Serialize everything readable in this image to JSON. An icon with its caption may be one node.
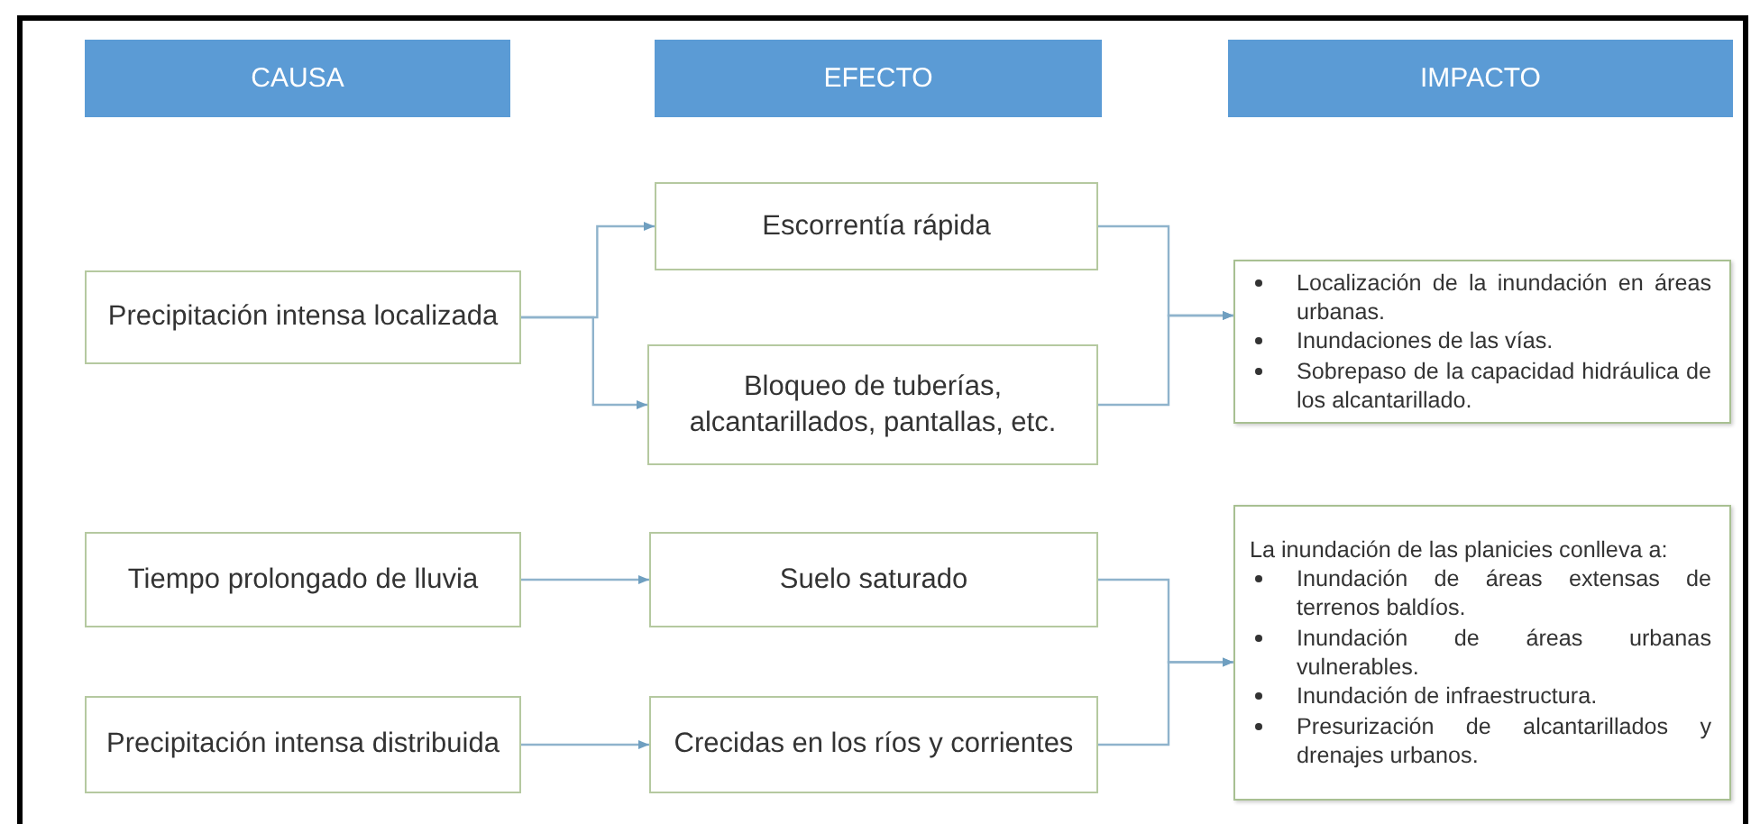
{
  "diagram": {
    "nodes": [
      {
        "text": [
          "CAUSA"
        ]
      },
      {
        "text": [
          "EFECTO"
        ]
      },
      {
        "text": [
          "IMPACTO"
        ]
      },
      {
        "text": [
          "Precipitación intensa localizada"
        ]
      },
      {
        "text": [
          "Escorrentía rápida"
        ]
      },
      {
        "text": [
          "Bloqueo de tuberías, alcantarillados, pantallas, etc."
        ]
      },
      {
        "text": [
          "Localización de la inundación en áreas urbanas.",
          "Inundaciones de las vías.",
          "Sobrepaso de la capacidad hidráulica de los alcantarillado."
        ]
      },
      {
        "text": [
          "Tiempo prolongado de lluvia"
        ]
      },
      {
        "text": [
          "Suelo saturado"
        ]
      },
      {
        "text": [
          "Precipitación intensa distribuida"
        ]
      },
      {
        "text": [
          "Crecidas en los ríos y corrientes"
        ]
      },
      {
        "text": [
          "La inundación de las planicies conlleva a:",
          "Inundación de áreas extensas de terrenos baldíos.",
          "Inundación de áreas urbanas vulnerables.",
          "Inundación de infraestructura.",
          "Presurización de alcantarillados y drenajes urbanos."
        ]
      }
    ],
    "edges": [
      {
        "from": 3,
        "to": 4,
        "arrow": "to"
      },
      {
        "from": 3,
        "to": 5,
        "arrow": "to"
      },
      {
        "from": 4,
        "to": 6,
        "arrow": "to"
      },
      {
        "from": 5,
        "to": 6,
        "arrow": "to"
      },
      {
        "from": 7,
        "to": 8,
        "arrow": "to"
      },
      {
        "from": 9,
        "to": 10,
        "arrow": "to"
      },
      {
        "from": 8,
        "to": 11,
        "arrow": "to"
      },
      {
        "from": 10,
        "to": 11,
        "arrow": "to"
      }
    ]
  }
}
